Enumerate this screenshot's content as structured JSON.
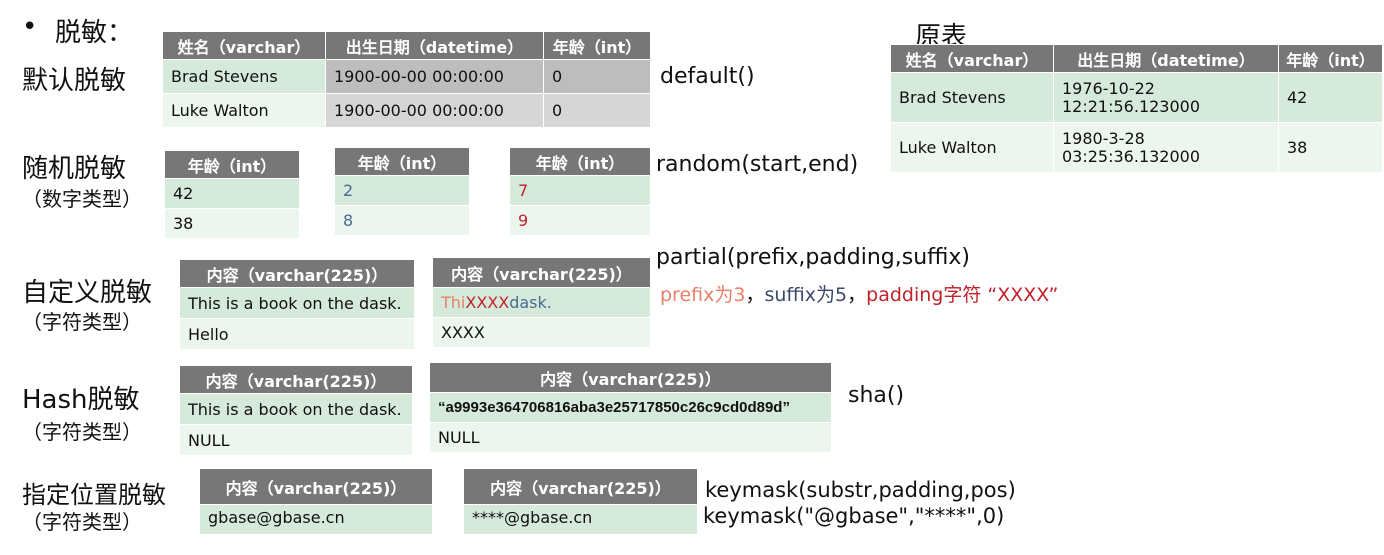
{
  "header": {
    "bullet": "•",
    "title": "脱敏："
  },
  "original": {
    "title": "原表",
    "headers": [
      "姓名（varchar）",
      "出生日期（datetime）",
      "年龄（int）"
    ],
    "rows": [
      [
        "Brad Stevens",
        "1976-10-22",
        "12:21:56.123000",
        "42"
      ],
      [
        "Luke Walton",
        "1980-3-28",
        "03:25:36.132000",
        "38"
      ]
    ]
  },
  "default_mask": {
    "label": "默认脱敏",
    "func": "default()",
    "headers": [
      "姓名（varchar）",
      "出生日期（datetime）",
      "年龄（int）"
    ],
    "rows": [
      [
        "Brad Stevens",
        "1900-00-00 00:00:00",
        "0"
      ],
      [
        "Luke Walton",
        "1900-00-00 00:00:00",
        "0"
      ]
    ]
  },
  "random_mask": {
    "label": "随机脱敏",
    "sub": "（数字类型）",
    "func": "random(start,end)",
    "header": "年龄（int）",
    "col1": [
      "42",
      "38"
    ],
    "col2": [
      "2",
      "8"
    ],
    "col3": [
      "7",
      "9"
    ]
  },
  "partial_mask": {
    "label": "自定义脱敏",
    "sub": "（字符类型）",
    "func": "partial(prefix,padding,suffix)",
    "note": {
      "prefix": "prefix为3",
      "sep1": "，",
      "suffix": "suffix为5",
      "sep2": "，",
      "padding": "padding字符 “XXXX”"
    },
    "header": "内容（varchar(225)）",
    "src_rows": [
      "This is a book on the dask.",
      "Hello"
    ],
    "out_row1": {
      "prefix": "Thi",
      "pad": "XXXX",
      "suffix": "dask."
    },
    "out_row2": "XXXX"
  },
  "hash_mask": {
    "label": "Hash脱敏",
    "sub": "（字符类型）",
    "func": "sha()",
    "header": "内容（varchar(225)）",
    "src_rows": [
      "This is a book on the dask.",
      "NULL"
    ],
    "out_rows": [
      "“a9993e364706816aba3e25717850c26c9cd0d89d”",
      "NULL"
    ]
  },
  "keymask": {
    "label": "指定位置脱敏",
    "sub": "（字符类型）",
    "func1": "keymask(substr,padding,pos)",
    "func2": "keymask(\"@gbase\",\"****\",0)",
    "header": "内容（varchar(225)）",
    "src": "gbase@gbase.cn",
    "out": "****@gbase.cn"
  },
  "colors": {
    "header_bg": "#777777",
    "cell_bg": "#e3f1e6",
    "prefix": "#e8806a",
    "padding": "#c0232b",
    "suffix": "#4a6b93"
  }
}
